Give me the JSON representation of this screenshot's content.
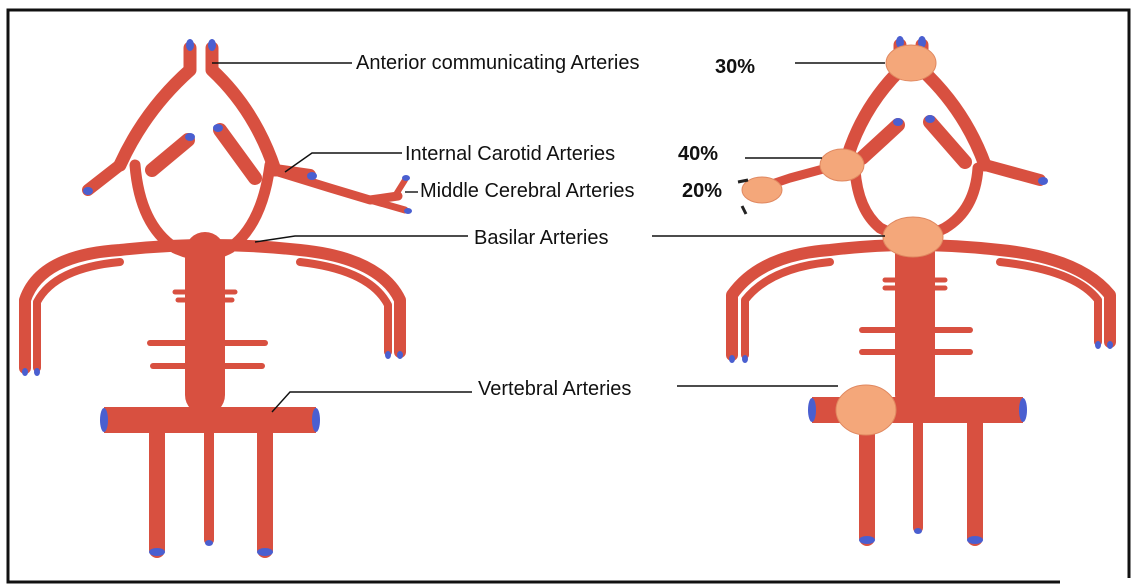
{
  "labels": {
    "anterior": {
      "name": "Anterior communicating Arteries",
      "pct": "30%"
    },
    "internal_carotid": {
      "name": "Internal Carotid Arteries",
      "pct": "40%"
    },
    "middle_cerebral": {
      "name": "Middle Cerebral Arteries",
      "pct": "20%"
    },
    "basilar": {
      "name": "Basilar Arteries"
    },
    "vertebral": {
      "name": "Vertebral Arteries"
    }
  },
  "colors": {
    "artery": "#d85040",
    "artery_edge": "#b23a2c",
    "vessel_end": "#4a5fd0",
    "aneurysm": "#f4a77a",
    "aneurysm_edge": "#e08860",
    "frame": "#111111"
  }
}
